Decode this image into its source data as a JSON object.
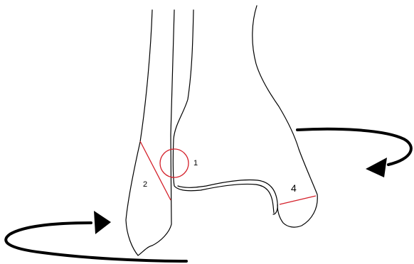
{
  "labels": {
    "syndesmosis": "1",
    "lateral_malleolus": "2",
    "medial_malleolus": "4"
  },
  "colors": {
    "outline": "#000000",
    "marker": "#d4202a",
    "arrow": "#000000",
    "background": "#ffffff"
  },
  "icons": {
    "rotation_arrow_right": "curved-arrow-left-icon",
    "rotation_arrow_left": "curved-arrow-right-icon"
  }
}
